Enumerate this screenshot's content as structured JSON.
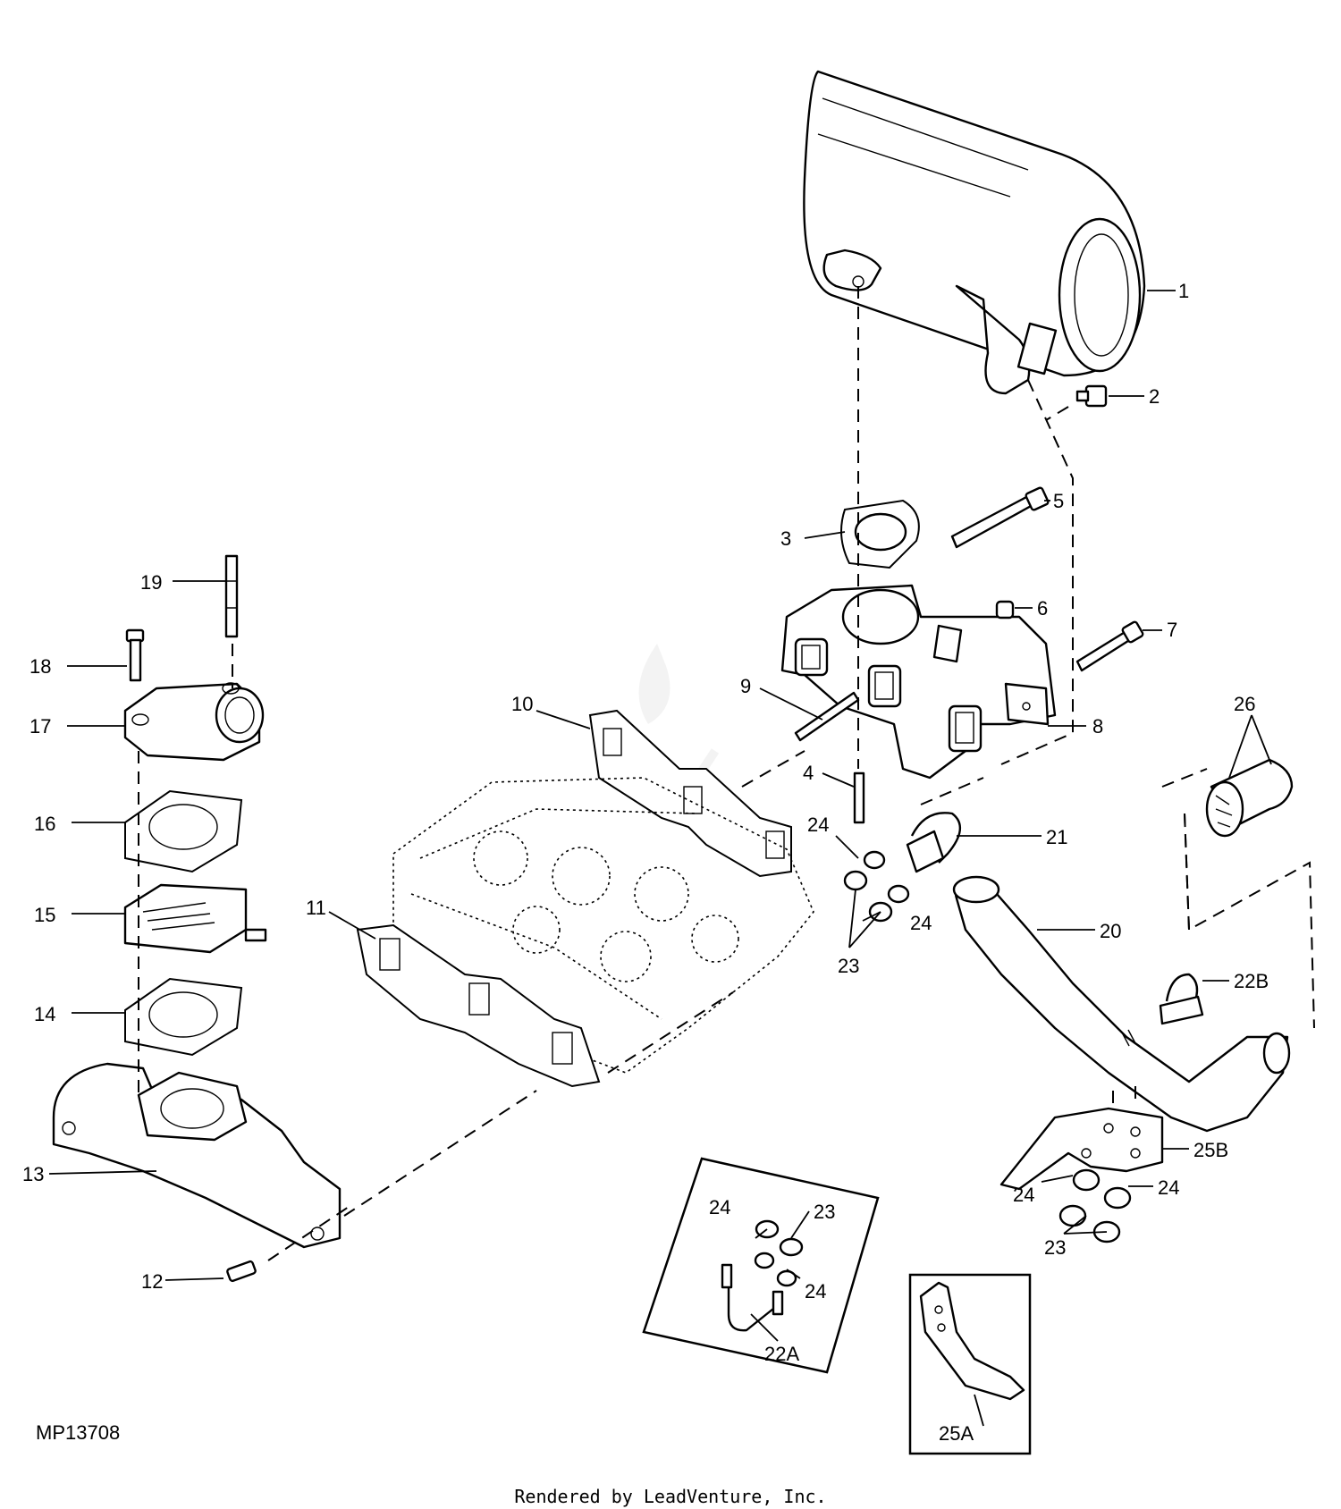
{
  "diagram": {
    "code": "MP13708",
    "credit": "Rendered by LeadVenture, Inc."
  },
  "callouts": {
    "c1": "1",
    "c2": "2",
    "c3": "3",
    "c4": "4",
    "c5": "5",
    "c6": "6",
    "c7": "7",
    "c8": "8",
    "c9": "9",
    "c10": "10",
    "c11": "11",
    "c12": "12",
    "c13": "13",
    "c14": "14",
    "c15": "15",
    "c16": "16",
    "c17": "17",
    "c18": "18",
    "c19": "19",
    "c20": "20",
    "c21": "21",
    "c22a": "22A",
    "c22b": "22B",
    "c23": "23",
    "c24": "24",
    "c25a": "25A",
    "c25b": "25B",
    "c26": "26"
  },
  "colors": {
    "line": "#000000",
    "background": "#ffffff",
    "watermark": "#e6e6e6"
  }
}
